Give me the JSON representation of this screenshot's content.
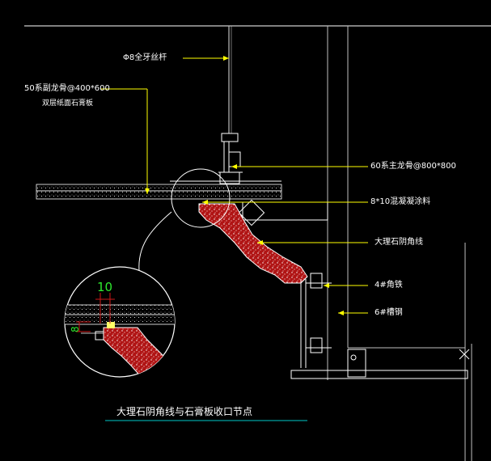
{
  "drawing": {
    "title": "大理石阴角线与石膏板收口节点",
    "labels": {
      "hanger_rod": "Φ8全牙丝杆",
      "sub_keel": "50系副龙骨@400*600",
      "double_gypsum": "双层纸面石膏板",
      "main_keel": "60系主龙骨@800*800",
      "shadow_gap": "8*10混凝凝涂料",
      "marble_cornice": "大理石阴角线",
      "angle_iron": "4#角铁",
      "channel_steel": "6#槽钢"
    },
    "detail_dims": {
      "horizontal": "10",
      "vertical": "8"
    },
    "colors": {
      "background": "#000000",
      "line_white": "#ffffff",
      "line_grey": "#bfbfbf",
      "leader_yellow": "#ffff00",
      "fill_red": "#d01818",
      "dimension_green": "#2ee82e",
      "title_underline": "#00c8c8"
    }
  }
}
